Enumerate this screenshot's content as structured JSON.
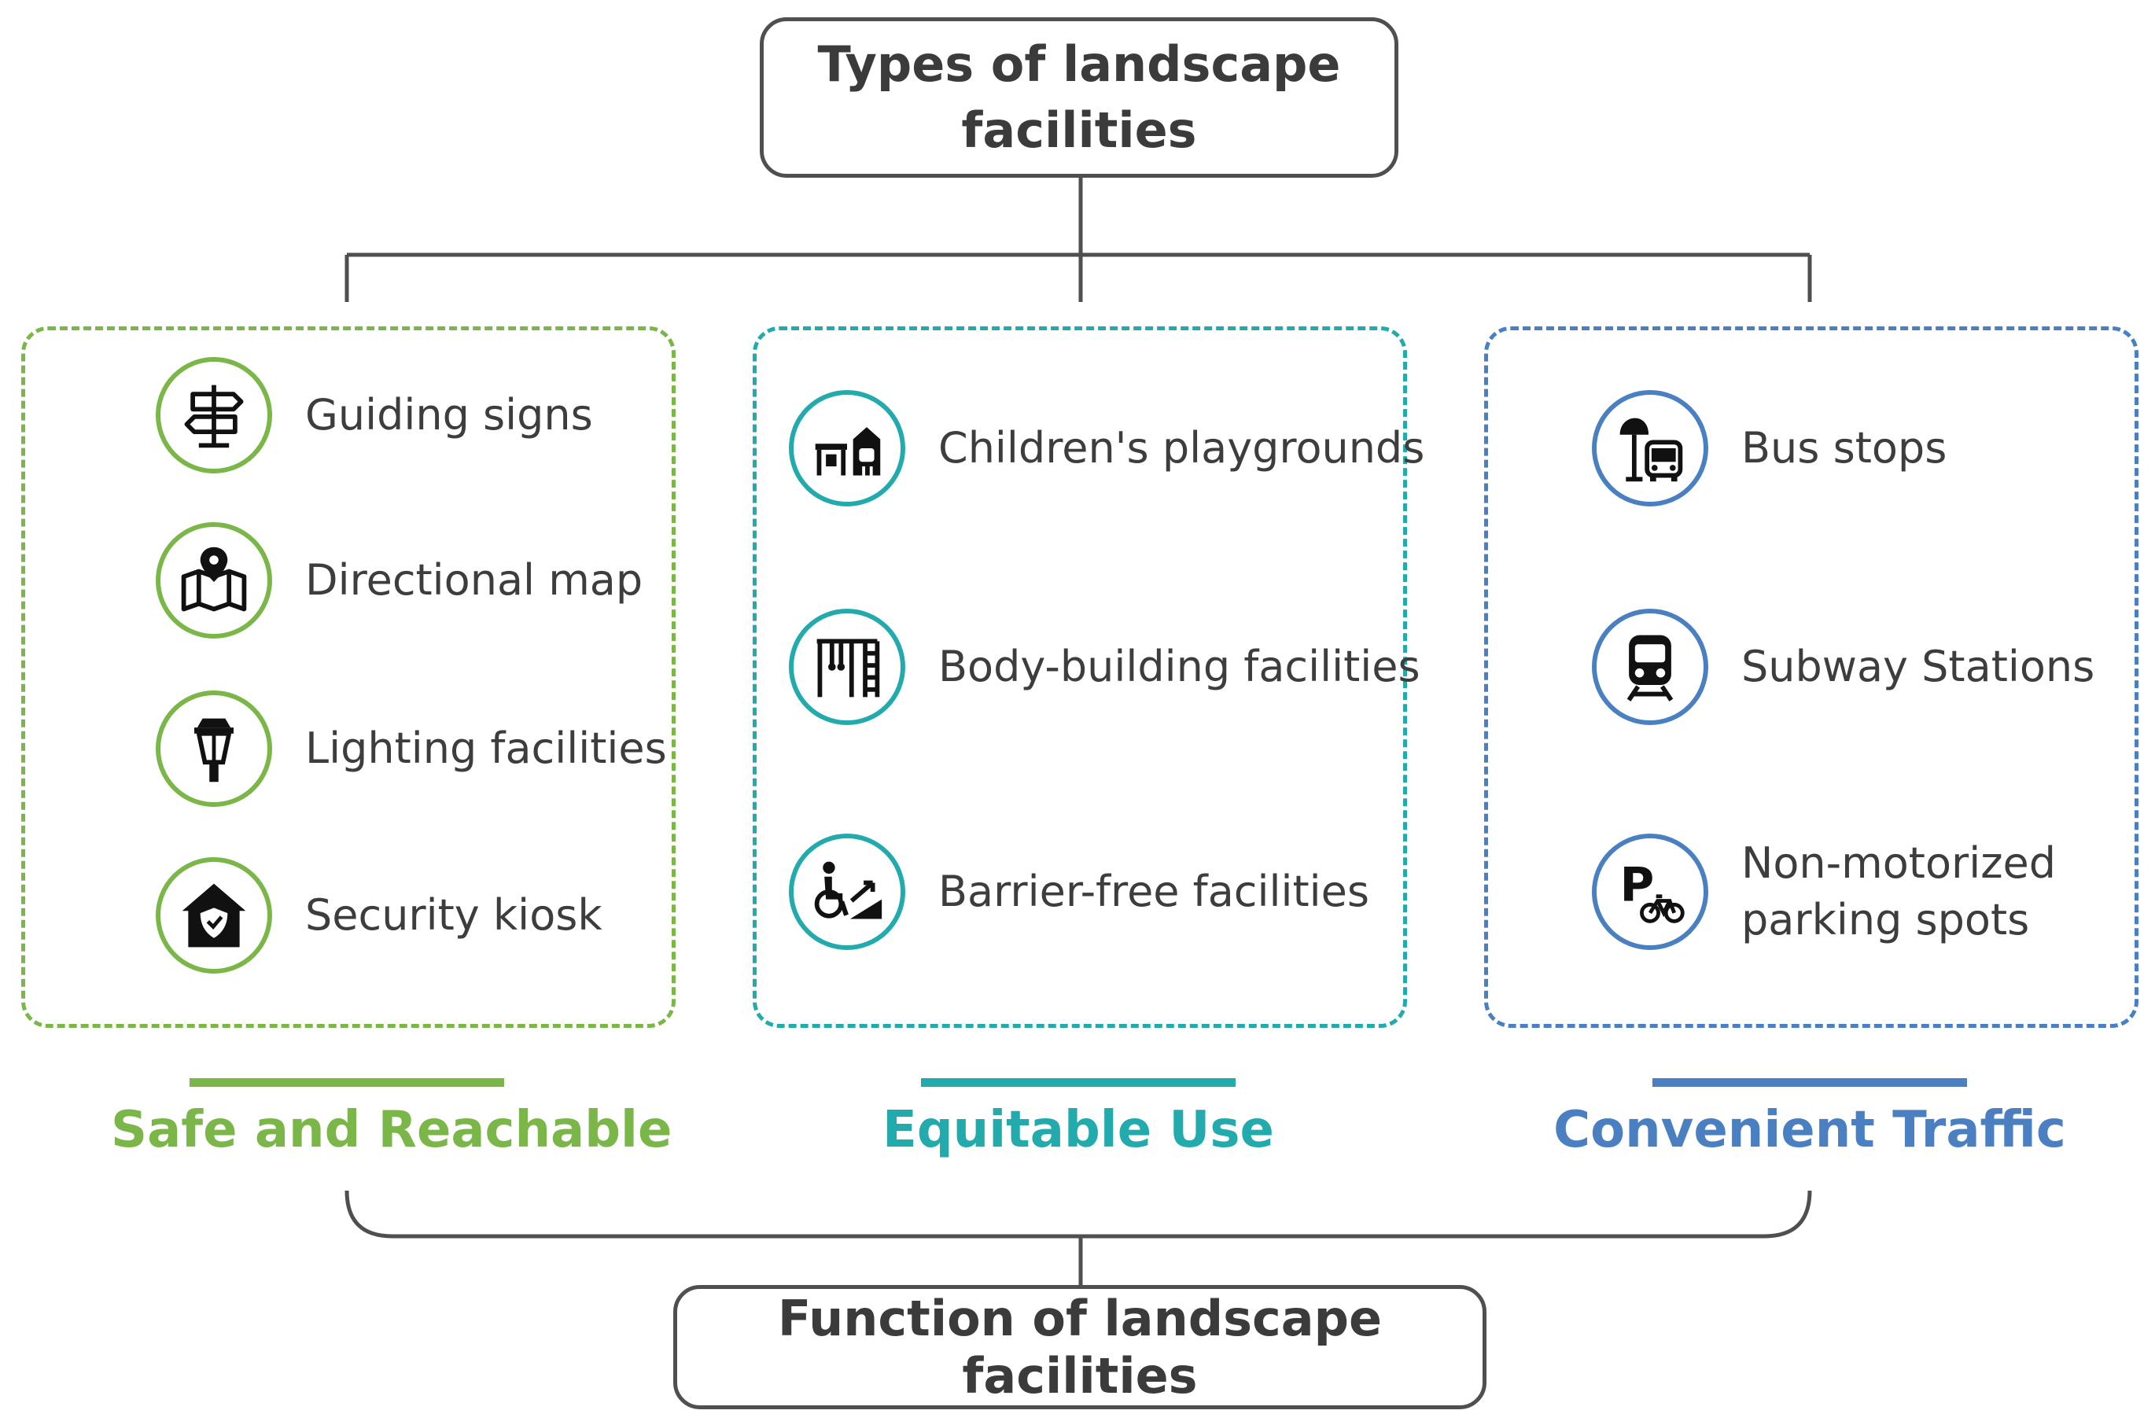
{
  "header": {
    "title": "Types of landscape facilities"
  },
  "footer": {
    "title": "Function of landscape facilities"
  },
  "colors": {
    "safe": "#7ab648",
    "equitable": "#22aaad",
    "convenient": "#4a80c1",
    "connector": "#4f4f4f"
  },
  "groups": [
    {
      "function": "Safe and Reachable",
      "items": [
        {
          "label": "Guiding signs",
          "icon": "signpost-icon"
        },
        {
          "label": "Directional map",
          "icon": "map-pin-icon"
        },
        {
          "label": "Lighting facilities",
          "icon": "street-lamp-icon"
        },
        {
          "label": "Security kiosk",
          "icon": "security-house-icon"
        }
      ]
    },
    {
      "function": "Equitable Use",
      "items": [
        {
          "label": "Children's playgrounds",
          "icon": "playground-icon"
        },
        {
          "label": "Body-building facilities",
          "icon": "fitness-equipment-icon"
        },
        {
          "label": "Barrier-free facilities",
          "icon": "wheelchair-ramp-icon"
        }
      ]
    },
    {
      "function": "Convenient Traffic",
      "items": [
        {
          "label": "Bus stops",
          "icon": "bus-stop-icon"
        },
        {
          "label": "Subway Stations",
          "icon": "subway-train-icon"
        },
        {
          "label_lines": [
            "Non-motorized",
            "parking spots"
          ],
          "icon": "bike-parking-icon"
        }
      ]
    }
  ]
}
